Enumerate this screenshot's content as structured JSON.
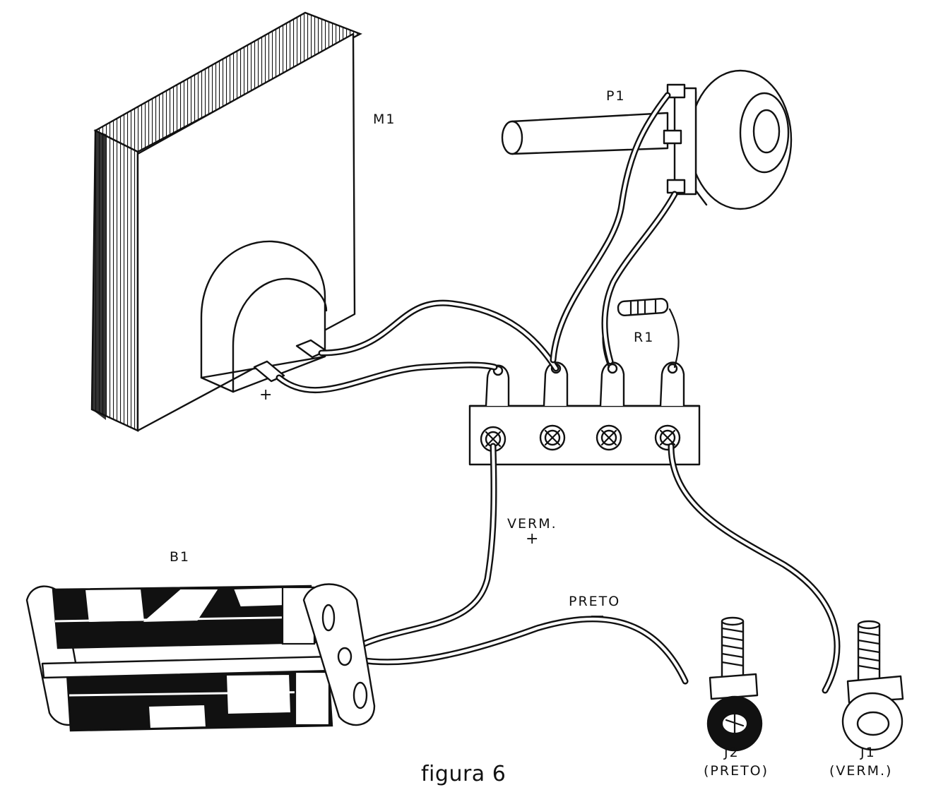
{
  "diagram": {
    "caption": "figura 6",
    "components": {
      "meter": {
        "ref": "M1",
        "plus_mark": "+"
      },
      "potentiometer": {
        "ref": "P1"
      },
      "resistor": {
        "ref": "R1"
      },
      "battery": {
        "ref": "B1"
      },
      "jack_black": {
        "ref": "J2",
        "color_label": "(PRETO)"
      },
      "jack_red": {
        "ref": "J1",
        "color_label": "(VERM.)"
      }
    },
    "wire_labels": {
      "red_wire": "VERM.",
      "red_wire_sign": "+",
      "black_wire": "PRETO",
      "black_wire_sign": "—"
    }
  }
}
